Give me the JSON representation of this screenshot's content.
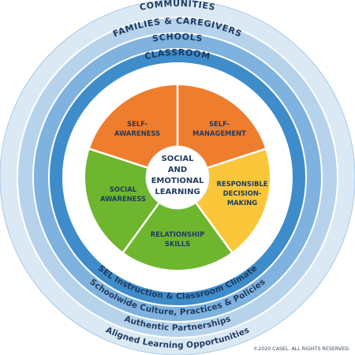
{
  "rings_top": {
    "communities": "COMMUNITIES",
    "families": "FAMILIES & CAREGIVERS",
    "schools": "SCHOOLS",
    "classroom": "CLASSROOM"
  },
  "rings_bottom": {
    "sel_instruction": "SEL Instruction & Classroom Climate",
    "schoolwide": "Schoolwide Culture, Practices & Policies",
    "authentic": "Authentic Partnerships",
    "aligned": "Aligned Learning Opportunities"
  },
  "center": {
    "line1": "SOCIAL",
    "line2": "AND",
    "line3": "EMOTIONAL",
    "line4": "LEARNING"
  },
  "segments": {
    "self_awareness": {
      "line1": "SELF-",
      "line2": "AWARENESS"
    },
    "self_management": {
      "line1": "SELF-",
      "line2": "MANAGEMENT"
    },
    "responsible": {
      "line1": "RESPONSIBLE",
      "line2": "DECISION-",
      "line3": "MAKING"
    },
    "relationship": {
      "line1": "RELATIONSHIP",
      "line2": "SKILLS"
    },
    "social_awareness": {
      "line1": "SOCIAL",
      "line2": "AWARENESS"
    }
  },
  "colors": {
    "ring_outer": "#dbe9f5",
    "ring_2": "#b7d3ec",
    "ring_3": "#7fb2de",
    "ring_4": "#3f8cca",
    "orange": "#ef7d2e",
    "green": "#6fb62f",
    "yellow": "#fbc73a",
    "text": "#1e3a5f"
  },
  "copyright": "©2020 CASEL. ALL RIGHTS RESERVED."
}
